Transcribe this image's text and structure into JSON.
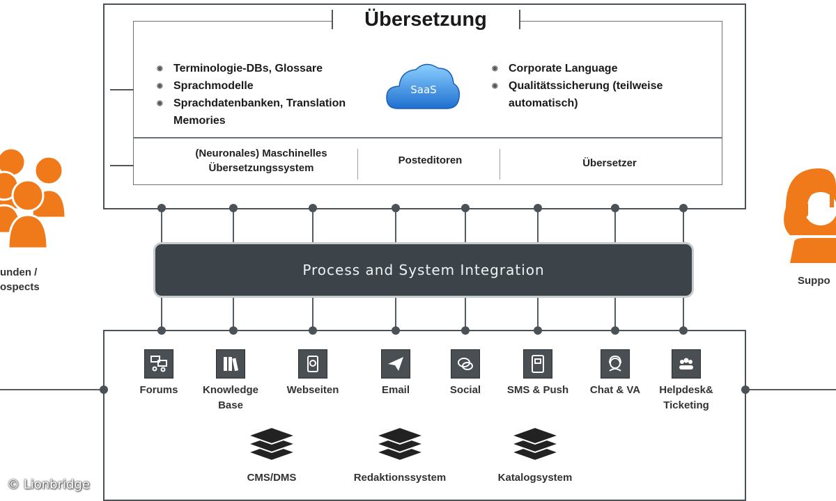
{
  "translation": {
    "title": "Übersetzung",
    "left_items": [
      "Terminologie-DBs, Glossare",
      "Sprachmodelle",
      "Sprachdatenbanken, Translation Memories"
    ],
    "right_items": [
      "Corporate Language",
      "Qualitätssicherung (teilweise automatisch)"
    ],
    "saas_label": "SaaS",
    "row": [
      "(Neuronales) Maschinelles Übersetzungssystem",
      "Posteditoren",
      "Übersetzer"
    ]
  },
  "integration": {
    "label": "Process and System Integration"
  },
  "channels": [
    {
      "label": "Forums",
      "icon": "forums-icon"
    },
    {
      "label": "Knowledge Base",
      "icon": "knowledge-base-icon"
    },
    {
      "label": "Webseiten",
      "icon": "webseiten-icon"
    },
    {
      "label": "Email",
      "icon": "email-icon"
    },
    {
      "label": "Social",
      "icon": "social-icon"
    },
    {
      "label": "SMS & Push",
      "icon": "sms-push-icon"
    },
    {
      "label": "Chat & VA",
      "icon": "chat-va-icon"
    },
    {
      "label": "Helpdesk& Ticketing",
      "icon": "helpdesk-ticketing-icon"
    }
  ],
  "systems": [
    "CMS/DMS",
    "Redaktionssystem",
    "Katalogsystem"
  ],
  "left_actor": {
    "label_line1": "unden /",
    "label_line2": "ospects",
    "icon": "customers-group-icon"
  },
  "right_actor": {
    "label": "Suppo",
    "icon": "support-agent-icon"
  },
  "copyright": "© Lionbridge",
  "colors": {
    "accent": "#f07a1a",
    "dark": "#3c4449",
    "saas_blue": "#2f8fe0"
  }
}
